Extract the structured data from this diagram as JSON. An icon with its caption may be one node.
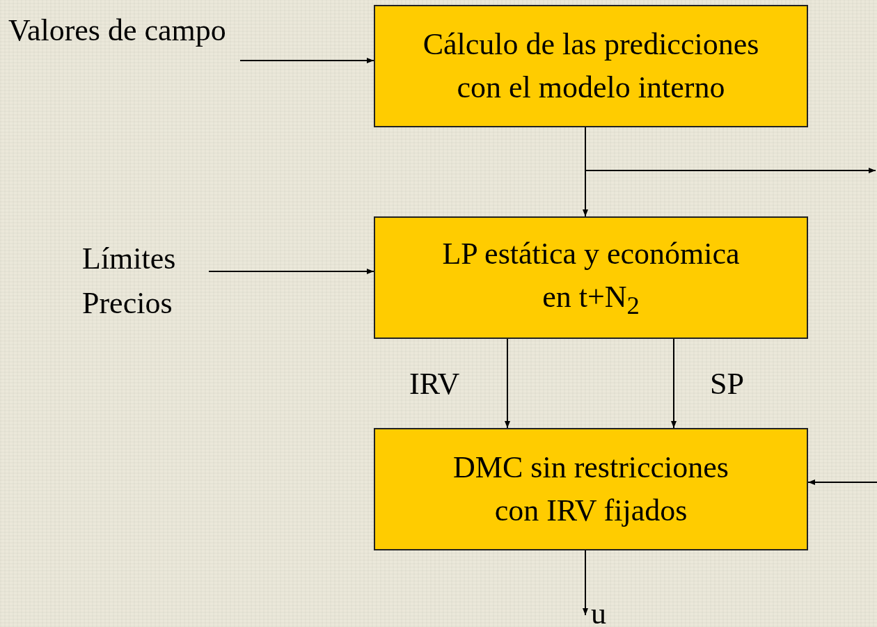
{
  "diagram": {
    "nodes": [
      {
        "text": [
          "Valores de campo"
        ]
      },
      {
        "text": [
          "Cálculo de las predicciones con el modelo interno"
        ]
      },
      {
        "text": [
          "Límites",
          "Precios"
        ]
      },
      {
        "text": [
          "LP estática y económica en t+N$_{2}$"
        ]
      },
      {
        "text": [
          "DMC sin restricciones con IRV fijados"
        ]
      },
      {
        "text": [
          "u"
        ]
      }
    ],
    "edges": [
      {
        "from": 0,
        "to": 1,
        "arrow": "to"
      },
      {
        "from": 1,
        "to": 3,
        "arrow": "to"
      },
      {
        "from": 1,
        "to": null,
        "arrow": "to"
      },
      {
        "from": 2,
        "to": 3,
        "arrow": "to"
      },
      {
        "from": 3,
        "to": 4,
        "arrow": "to",
        "label": "IRV"
      },
      {
        "from": 3,
        "to": 4,
        "arrow": "to",
        "label": "SP"
      },
      {
        "from": null,
        "to": 4,
        "arrow": "to"
      },
      {
        "from": 4,
        "to": 5,
        "arrow": "to"
      }
    ]
  }
}
